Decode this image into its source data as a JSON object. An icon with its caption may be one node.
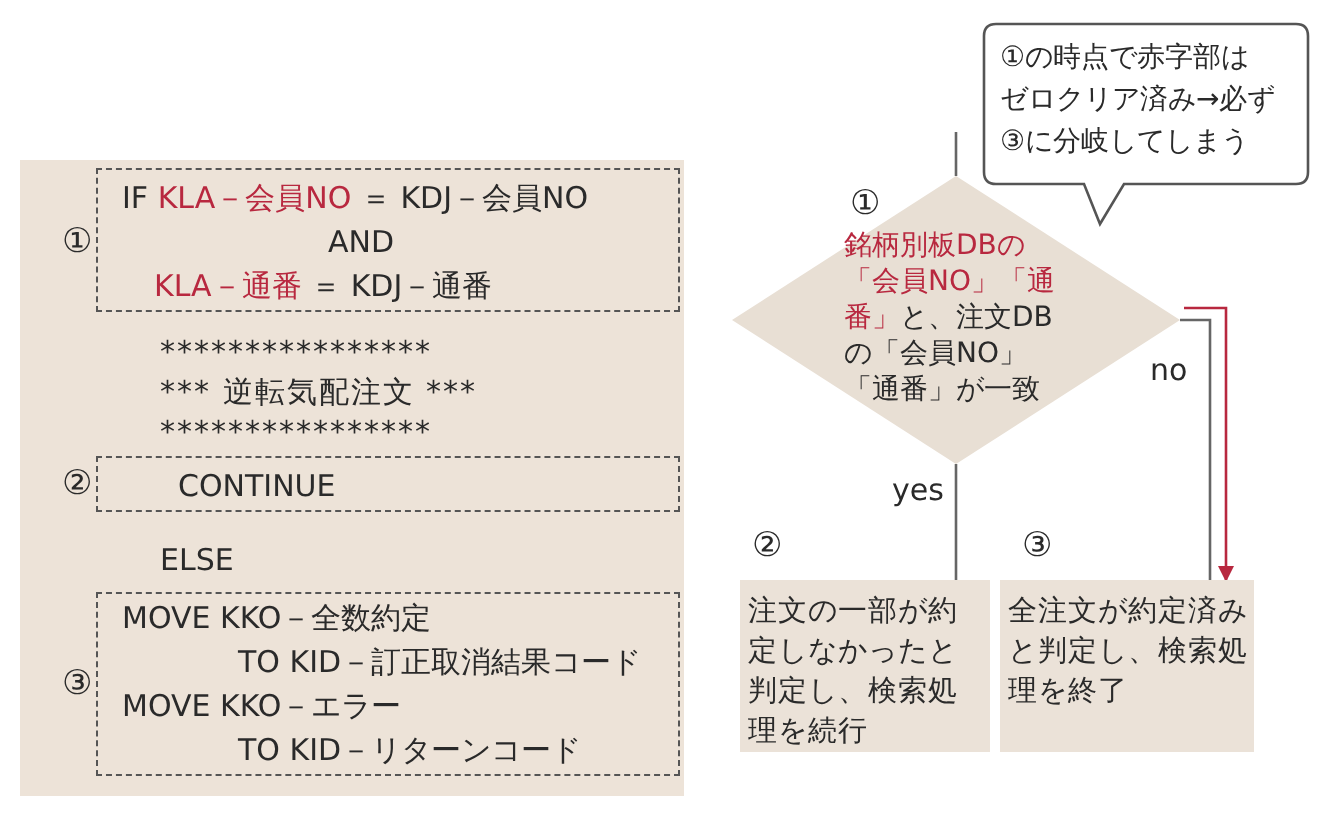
{
  "diagram": {
    "nodes": [
      {
        "text": [
          "**************** *** 逆転気配注文 *** ****************",
          "ELSE"
        ]
      },
      {
        "text": [
          "IF",
          "KLA－会員NO",
          "＝ KDJ－会員NO",
          "AND",
          "KLA－通番",
          "＝ KDJ－通番"
        ],
        "beside": [
          "①"
        ],
        "in": 0
      },
      {
        "text": [
          "CONTINUE"
        ],
        "beside": [
          "②"
        ],
        "in": 0
      },
      {
        "text": [
          "MOVE KKO－全数約定",
          "TO KID－訂正取消結果コード",
          "MOVE KKO－エラー",
          "TO KID－リターンコード"
        ],
        "beside": [
          "③"
        ],
        "in": 0
      },
      {
        "text": [
          "①の時点で赤字部はゼロクリア済み→必ず③に分岐してしまう"
        ]
      },
      {
        "text": [
          "銘柄別板DBの「会員NO」「通番」",
          "と、注文DBの「会員NO」「通番」が一致"
        ],
        "beside": [
          "①"
        ]
      },
      {
        "text": [
          "注文の一部が約定しなかったと判定し、検索処理を続行"
        ],
        "beside": [
          "②"
        ]
      },
      {
        "text": [
          "全注文が約定済みと判定し、検索処理を終了"
        ],
        "beside": [
          "③"
        ]
      }
    ],
    "edges": [
      {
        "from": null,
        "to": 5,
        "arrow": "none"
      },
      {
        "from": 5,
        "to": 6,
        "arrow": "none",
        "label": "yes"
      },
      {
        "from": 5,
        "to": 7,
        "arrow": "none",
        "label": "no"
      },
      {
        "from": 5,
        "to": 7,
        "arrow": "to",
        "color": "#b8283f"
      }
    ]
  }
}
